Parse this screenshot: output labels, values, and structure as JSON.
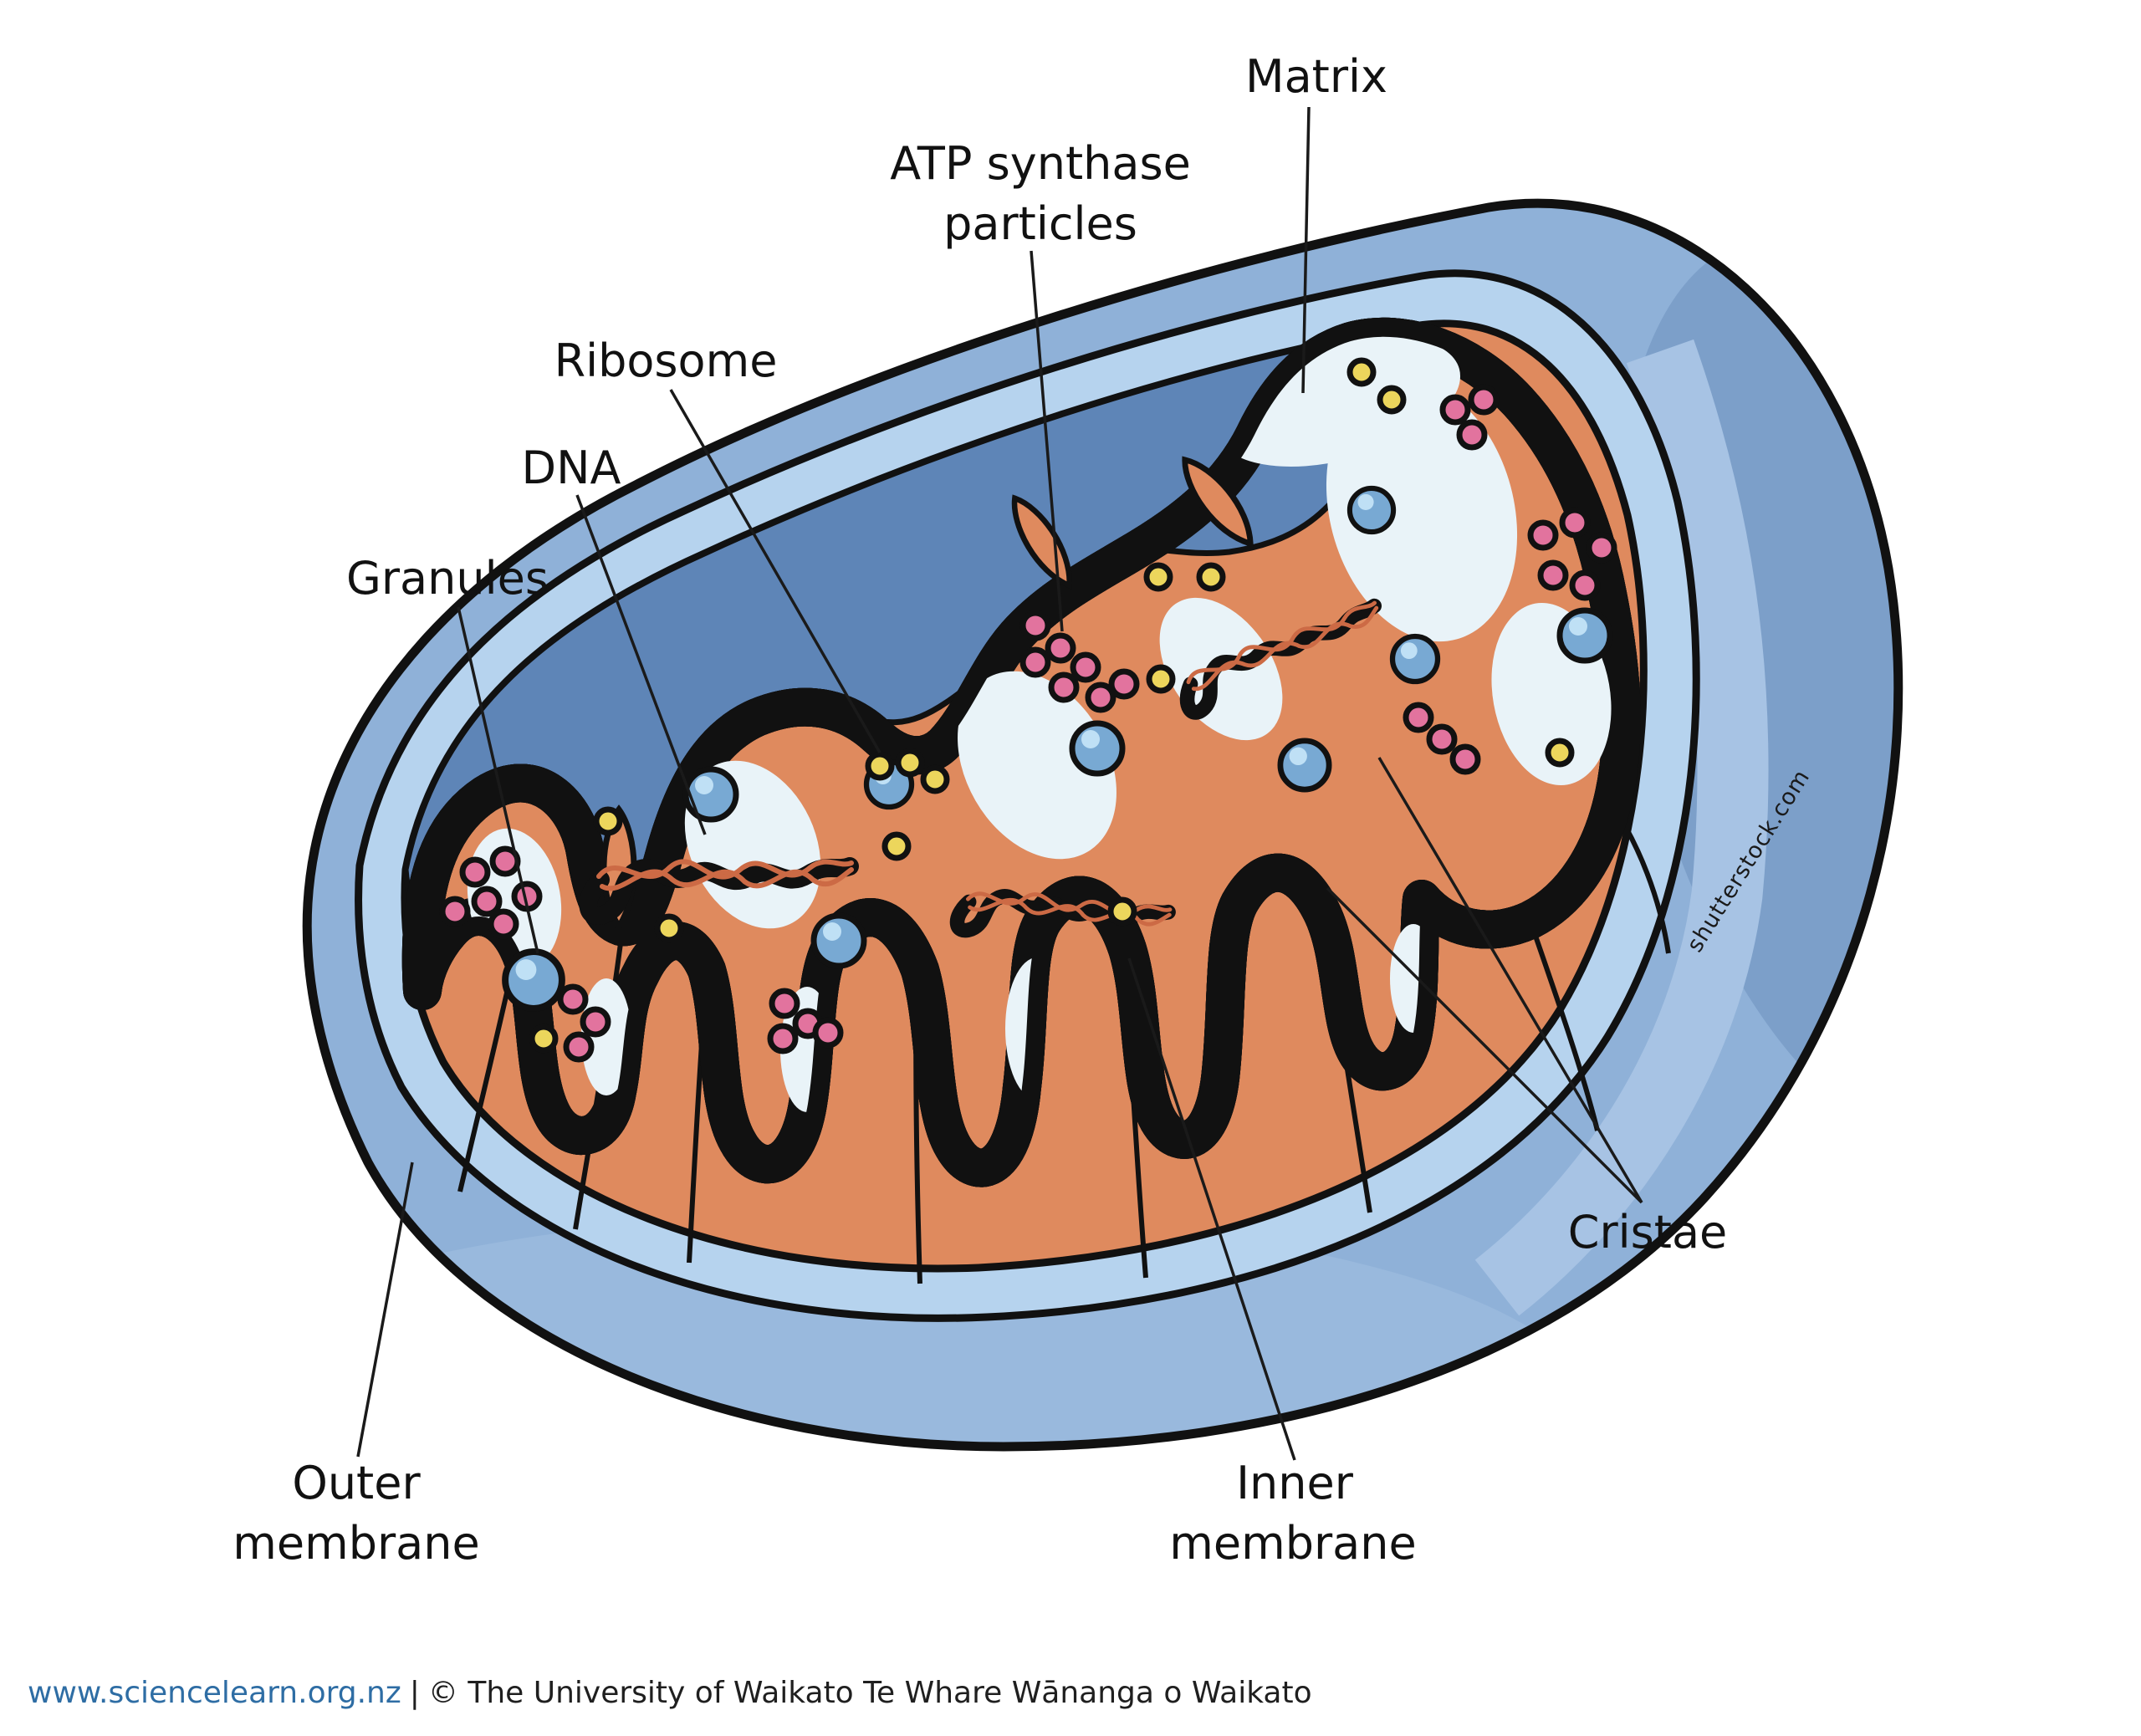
{
  "labels": {
    "matrix": "Matrix",
    "atp_line1": "ATP synthase",
    "atp_line2": "particles",
    "ribosome": "Ribosome",
    "dna": "DNA",
    "granules": "Granules",
    "outer_line1": "Outer",
    "outer_line2": "membrane",
    "inner_line1": "Inner",
    "inner_line2": "membrane",
    "cristae": "Cristae"
  },
  "watermark": "shutterstock.com",
  "footer": {
    "link": "www.sciencelearn.org.nz",
    "separator": "|",
    "credit": "© The University of Waikato Te Whare Wānanga o Waikato"
  },
  "colors": {
    "link": "#2e6da4",
    "outline": "#111111",
    "shell": "#8fb1d8",
    "shell_shade": "#7c9fc9",
    "shell_light": "#a7c3e4",
    "rim": "#b6d3ee",
    "intermembrane": "#5e85b7",
    "cristae": "#df8a5e",
    "membrane": "#f6e1a1",
    "matrix": "#d6e7f1",
    "matrix_light": "#e9f3f8",
    "granule": "#78a9d3",
    "granule_highlight": "#bfe0f5",
    "ribosome": "#ecd65c",
    "atp_particle": "#e2739e",
    "dna": "#cc6a45"
  }
}
